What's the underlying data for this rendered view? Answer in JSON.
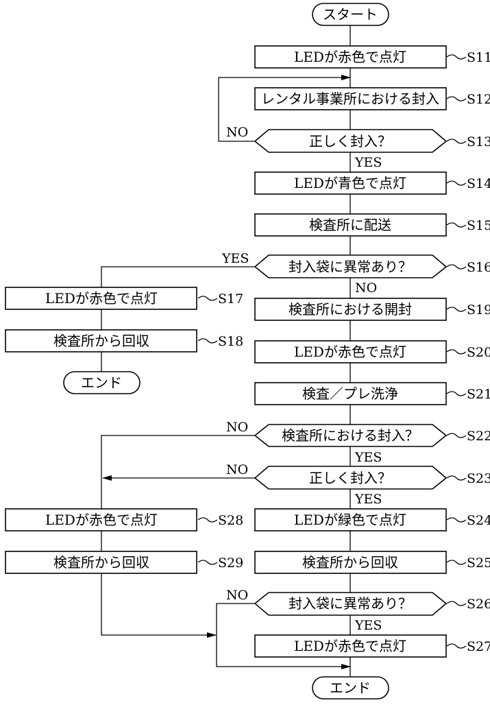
{
  "nodes": {
    "start": "スタート",
    "s11": "LEDが赤色で点灯",
    "s12": "レンタル事業所における封入",
    "s13": "正しく封入？",
    "s14": "LEDが青色で点灯",
    "s15": "検査所に配送",
    "s16": "封入袋に異常あり？",
    "s17": "LEDが赤色で点灯",
    "s18": "検査所から回収",
    "end1": "エンド",
    "s19": "検査所における開封",
    "s20": "LEDが赤色で点灯",
    "s21": "検査／プレ洗浄",
    "s22": "検査所における封入？",
    "s23": "正しく封入？",
    "s24": "LEDが緑色で点灯",
    "s25": "検査所から回収",
    "s26": "封入袋に異常あり？",
    "s27": "LEDが赤色で点灯",
    "s28": "LEDが赤色で点灯",
    "s29": "検査所から回収",
    "end2": "エンド"
  },
  "step_labels": {
    "s11": "S11",
    "s12": "S12",
    "s13": "S13",
    "s14": "S14",
    "s15": "S15",
    "s16": "S16",
    "s17": "S17",
    "s18": "S18",
    "s19": "S19",
    "s20": "S20",
    "s21": "S21",
    "s22": "S22",
    "s23": "S23",
    "s24": "S24",
    "s25": "S25",
    "s26": "S26",
    "s27": "S27",
    "s28": "S28",
    "s29": "S29"
  },
  "branch_labels": {
    "s13_no": "NO",
    "s13_yes": "YES",
    "s16_yes": "YES",
    "s16_no": "NO",
    "s22_no": "NO",
    "s22_yes": "YES",
    "s23_no": "NO",
    "s23_yes": "YES",
    "s26_no": "NO",
    "s26_yes": "YES"
  }
}
